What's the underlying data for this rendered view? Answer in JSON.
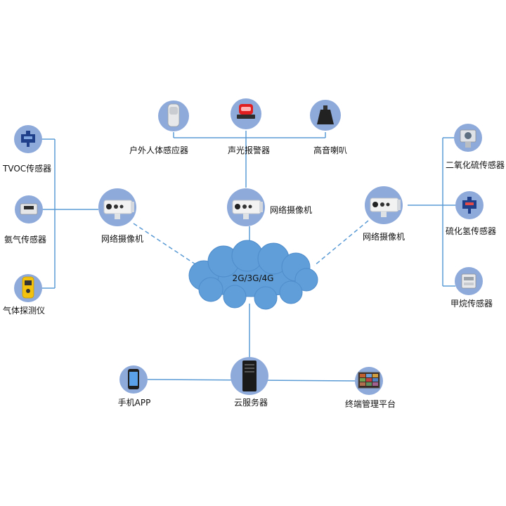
{
  "nodes": {
    "pir_sensor": "户外人体感应器",
    "alarm": "声光报警器",
    "speaker": "高音喇叭",
    "camera_top": "网络摄像机",
    "camera_left": "网络摄像机",
    "camera_right": "网络摄像机",
    "tvoc": "TVOC传感器",
    "ammonia": "氨气传感器",
    "gas_detector": "气体探测仪",
    "so2": "二氧化硫传感器",
    "h2s": "硫化氢传感器",
    "methane": "甲烷传感器",
    "cloud": "2G/3G/4G",
    "server": "云服务器",
    "mobile_app": "手机APP",
    "terminal": "终端管理平台"
  },
  "colors": {
    "line": "#5b9bd5",
    "circle": "#8eaadb",
    "cloud": "#5f9ed8"
  }
}
